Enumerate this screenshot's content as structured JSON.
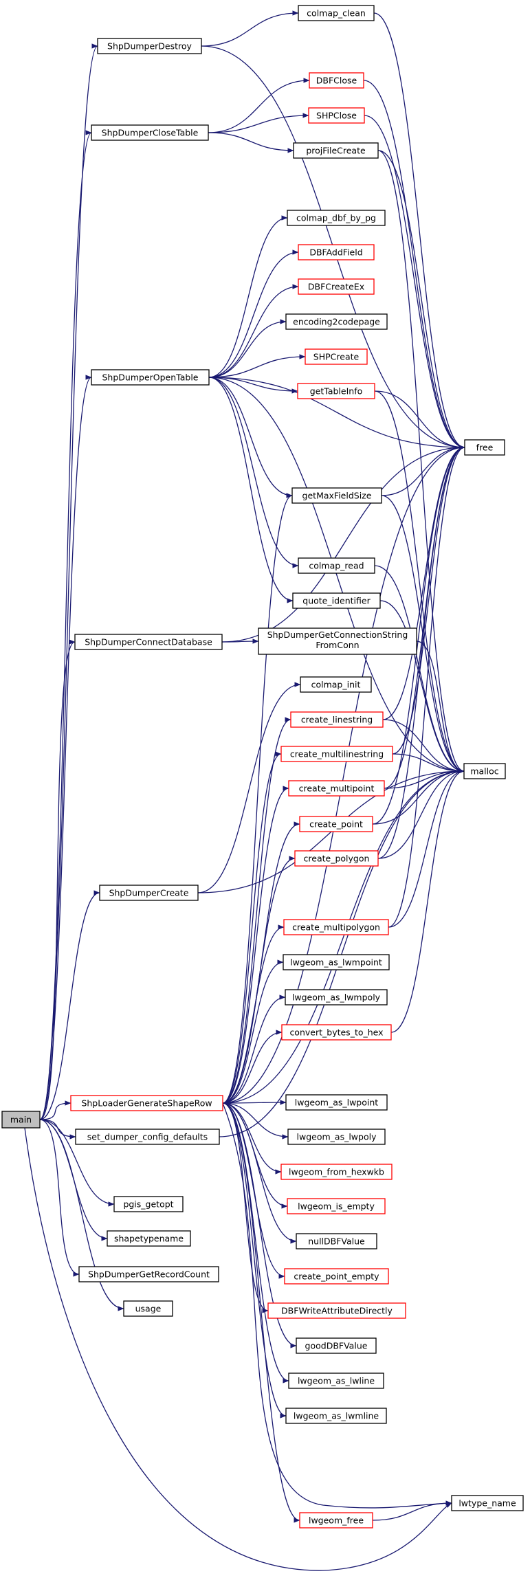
{
  "graph": {
    "colors": {
      "edge": "#191970",
      "black_border": "#000000",
      "red_border": "#ff0000",
      "root_fill": "#bfbfbf",
      "node_fill": "#ffffff",
      "text": "#000000"
    },
    "nodes": [
      {
        "id": "main",
        "label": "main",
        "border": "black",
        "root": true
      },
      {
        "id": "ShpDumperDestroy",
        "label": "ShpDumperDestroy",
        "border": "black"
      },
      {
        "id": "ShpDumperCloseTable",
        "label": "ShpDumperCloseTable",
        "border": "black"
      },
      {
        "id": "ShpDumperOpenTable",
        "label": "ShpDumperOpenTable",
        "border": "black"
      },
      {
        "id": "ShpDumperConnectDatabase",
        "label": "ShpDumperConnectDatabase",
        "border": "black"
      },
      {
        "id": "ShpDumperCreate",
        "label": "ShpDumperCreate",
        "border": "black"
      },
      {
        "id": "ShpLoaderGenerateShapeRow",
        "label": "ShpLoaderGenerateShapeRow",
        "border": "red"
      },
      {
        "id": "set_dumper_config_defaults",
        "label": "set_dumper_config_defaults",
        "border": "black"
      },
      {
        "id": "pgis_getopt",
        "label": "pgis_getopt",
        "border": "black"
      },
      {
        "id": "shapetypename",
        "label": "shapetypename",
        "border": "black"
      },
      {
        "id": "ShpDumperGetRecordCount",
        "label": "ShpDumperGetRecordCount",
        "border": "black"
      },
      {
        "id": "usage",
        "label": "usage",
        "border": "black"
      },
      {
        "id": "colmap_clean",
        "label": "colmap_clean",
        "border": "black"
      },
      {
        "id": "DBFClose",
        "label": "DBFClose",
        "border": "red"
      },
      {
        "id": "SHPClose",
        "label": "SHPClose",
        "border": "red"
      },
      {
        "id": "projFileCreate",
        "label": "projFileCreate",
        "border": "black"
      },
      {
        "id": "colmap_dbf_by_pg",
        "label": "colmap_dbf_by_pg",
        "border": "black"
      },
      {
        "id": "DBFAddField",
        "label": "DBFAddField",
        "border": "red"
      },
      {
        "id": "DBFCreateEx",
        "label": "DBFCreateEx",
        "border": "red"
      },
      {
        "id": "encoding2codepage",
        "label": "encoding2codepage",
        "border": "black"
      },
      {
        "id": "SHPCreate",
        "label": "SHPCreate",
        "border": "red"
      },
      {
        "id": "getTableInfo",
        "label": "getTableInfo",
        "border": "red"
      },
      {
        "id": "getMaxFieldSize",
        "label": "getMaxFieldSize",
        "border": "black"
      },
      {
        "id": "colmap_read",
        "label": "colmap_read",
        "border": "black"
      },
      {
        "id": "quote_identifier",
        "label": "quote_identifier",
        "border": "black"
      },
      {
        "id": "ShpDumperGetConnectionStringFromConn",
        "label": "ShpDumperGetConnectionString",
        "label2": "FromConn",
        "border": "black"
      },
      {
        "id": "colmap_init",
        "label": "colmap_init",
        "border": "black"
      },
      {
        "id": "create_linestring",
        "label": "create_linestring",
        "border": "red"
      },
      {
        "id": "create_multilinestring",
        "label": "create_multilinestring",
        "border": "red"
      },
      {
        "id": "create_multipoint",
        "label": "create_multipoint",
        "border": "red"
      },
      {
        "id": "create_point",
        "label": "create_point",
        "border": "red"
      },
      {
        "id": "create_polygon",
        "label": "create_polygon",
        "border": "red"
      },
      {
        "id": "create_multipolygon",
        "label": "create_multipolygon",
        "border": "red"
      },
      {
        "id": "lwgeom_as_lwmpoint",
        "label": "lwgeom_as_lwmpoint",
        "border": "black"
      },
      {
        "id": "lwgeom_as_lwmpoly",
        "label": "lwgeom_as_lwmpoly",
        "border": "black"
      },
      {
        "id": "convert_bytes_to_hex",
        "label": "convert_bytes_to_hex",
        "border": "red"
      },
      {
        "id": "lwgeom_as_lwpoint",
        "label": "lwgeom_as_lwpoint",
        "border": "black"
      },
      {
        "id": "lwgeom_as_lwpoly",
        "label": "lwgeom_as_lwpoly",
        "border": "black"
      },
      {
        "id": "lwgeom_from_hexwkb",
        "label": "lwgeom_from_hexwkb",
        "border": "red"
      },
      {
        "id": "lwgeom_is_empty",
        "label": "lwgeom_is_empty",
        "border": "red"
      },
      {
        "id": "nullDBFValue",
        "label": "nullDBFValue",
        "border": "black"
      },
      {
        "id": "create_point_empty",
        "label": "create_point_empty",
        "border": "red"
      },
      {
        "id": "DBFWriteAttributeDirectly",
        "label": "DBFWriteAttributeDirectly",
        "border": "red"
      },
      {
        "id": "goodDBFValue",
        "label": "goodDBFValue",
        "border": "black"
      },
      {
        "id": "lwgeom_as_lwline",
        "label": "lwgeom_as_lwline",
        "border": "black"
      },
      {
        "id": "lwgeom_as_lwmline",
        "label": "lwgeom_as_lwmline",
        "border": "black"
      },
      {
        "id": "lwgeom_free",
        "label": "lwgeom_free",
        "border": "red"
      },
      {
        "id": "free",
        "label": "free",
        "border": "black"
      },
      {
        "id": "malloc",
        "label": "malloc",
        "border": "black"
      },
      {
        "id": "lwtype_name",
        "label": "lwtype_name",
        "border": "black"
      }
    ],
    "edges": [
      [
        "main",
        "ShpDumperDestroy"
      ],
      [
        "main",
        "ShpDumperCloseTable"
      ],
      [
        "main",
        "ShpDumperOpenTable"
      ],
      [
        "main",
        "ShpDumperConnectDatabase"
      ],
      [
        "main",
        "ShpDumperCreate"
      ],
      [
        "main",
        "ShpLoaderGenerateShapeRow"
      ],
      [
        "main",
        "set_dumper_config_defaults"
      ],
      [
        "main",
        "pgis_getopt"
      ],
      [
        "main",
        "shapetypename"
      ],
      [
        "main",
        "ShpDumperGetRecordCount"
      ],
      [
        "main",
        "usage"
      ],
      [
        "main",
        "lwtype_name"
      ],
      [
        "ShpDumperDestroy",
        "colmap_clean"
      ],
      [
        "ShpDumperDestroy",
        "free"
      ],
      [
        "colmap_clean",
        "free"
      ],
      [
        "ShpDumperCloseTable",
        "DBFClose"
      ],
      [
        "ShpDumperCloseTable",
        "SHPClose"
      ],
      [
        "ShpDumperCloseTable",
        "projFileCreate"
      ],
      [
        "DBFClose",
        "free"
      ],
      [
        "SHPClose",
        "free"
      ],
      [
        "projFileCreate",
        "free"
      ],
      [
        "projFileCreate",
        "malloc"
      ],
      [
        "ShpDumperOpenTable",
        "colmap_dbf_by_pg"
      ],
      [
        "ShpDumperOpenTable",
        "DBFAddField"
      ],
      [
        "ShpDumperOpenTable",
        "DBFCreateEx"
      ],
      [
        "ShpDumperOpenTable",
        "encoding2codepage"
      ],
      [
        "ShpDumperOpenTable",
        "SHPCreate"
      ],
      [
        "ShpDumperOpenTable",
        "getTableInfo"
      ],
      [
        "ShpDumperOpenTable",
        "getMaxFieldSize"
      ],
      [
        "ShpDumperOpenTable",
        "colmap_read"
      ],
      [
        "ShpDumperOpenTable",
        "quote_identifier"
      ],
      [
        "ShpDumperOpenTable",
        "free"
      ],
      [
        "ShpDumperOpenTable",
        "malloc"
      ],
      [
        "getTableInfo",
        "free"
      ],
      [
        "getTableInfo",
        "malloc"
      ],
      [
        "getMaxFieldSize",
        "free"
      ],
      [
        "getMaxFieldSize",
        "malloc"
      ],
      [
        "colmap_read",
        "malloc"
      ],
      [
        "quote_identifier",
        "malloc"
      ],
      [
        "ShpDumperConnectDatabase",
        "ShpDumperGetConnectionStringFromConn"
      ],
      [
        "ShpDumperConnectDatabase",
        "free"
      ],
      [
        "ShpDumperGetConnectionStringFromConn",
        "malloc"
      ],
      [
        "ShpDumperCreate",
        "colmap_init"
      ],
      [
        "ShpDumperCreate",
        "malloc"
      ],
      [
        "ShpLoaderGenerateShapeRow",
        "create_linestring"
      ],
      [
        "ShpLoaderGenerateShapeRow",
        "create_multilinestring"
      ],
      [
        "ShpLoaderGenerateShapeRow",
        "create_multipoint"
      ],
      [
        "ShpLoaderGenerateShapeRow",
        "create_point"
      ],
      [
        "ShpLoaderGenerateShapeRow",
        "create_polygon"
      ],
      [
        "ShpLoaderGenerateShapeRow",
        "create_multipolygon"
      ],
      [
        "ShpLoaderGenerateShapeRow",
        "lwgeom_as_lwmpoint"
      ],
      [
        "ShpLoaderGenerateShapeRow",
        "lwgeom_as_lwmpoly"
      ],
      [
        "ShpLoaderGenerateShapeRow",
        "convert_bytes_to_hex"
      ],
      [
        "ShpLoaderGenerateShapeRow",
        "lwgeom_as_lwpoint"
      ],
      [
        "ShpLoaderGenerateShapeRow",
        "lwgeom_as_lwpoly"
      ],
      [
        "ShpLoaderGenerateShapeRow",
        "lwgeom_from_hexwkb"
      ],
      [
        "ShpLoaderGenerateShapeRow",
        "lwgeom_is_empty"
      ],
      [
        "ShpLoaderGenerateShapeRow",
        "nullDBFValue"
      ],
      [
        "ShpLoaderGenerateShapeRow",
        "create_point_empty"
      ],
      [
        "ShpLoaderGenerateShapeRow",
        "DBFWriteAttributeDirectly"
      ],
      [
        "ShpLoaderGenerateShapeRow",
        "goodDBFValue"
      ],
      [
        "ShpLoaderGenerateShapeRow",
        "lwgeom_as_lwline"
      ],
      [
        "ShpLoaderGenerateShapeRow",
        "lwgeom_as_lwmline"
      ],
      [
        "ShpLoaderGenerateShapeRow",
        "lwgeom_free"
      ],
      [
        "ShpLoaderGenerateShapeRow",
        "lwtype_name"
      ],
      [
        "ShpLoaderGenerateShapeRow",
        "free"
      ],
      [
        "ShpLoaderGenerateShapeRow",
        "malloc"
      ],
      [
        "ShpLoaderGenerateShapeRow",
        "getMaxFieldSize"
      ],
      [
        "create_linestring",
        "free"
      ],
      [
        "create_linestring",
        "malloc"
      ],
      [
        "create_multilinestring",
        "free"
      ],
      [
        "create_multilinestring",
        "malloc"
      ],
      [
        "create_multipoint",
        "free"
      ],
      [
        "create_multipoint",
        "malloc"
      ],
      [
        "create_point",
        "free"
      ],
      [
        "create_point",
        "malloc"
      ],
      [
        "create_polygon",
        "free"
      ],
      [
        "create_polygon",
        "malloc"
      ],
      [
        "create_multipolygon",
        "free"
      ],
      [
        "create_multipolygon",
        "malloc"
      ],
      [
        "convert_bytes_to_hex",
        "malloc"
      ],
      [
        "lwgeom_free",
        "lwtype_name"
      ],
      [
        "set_dumper_config_defaults",
        "malloc"
      ]
    ]
  }
}
